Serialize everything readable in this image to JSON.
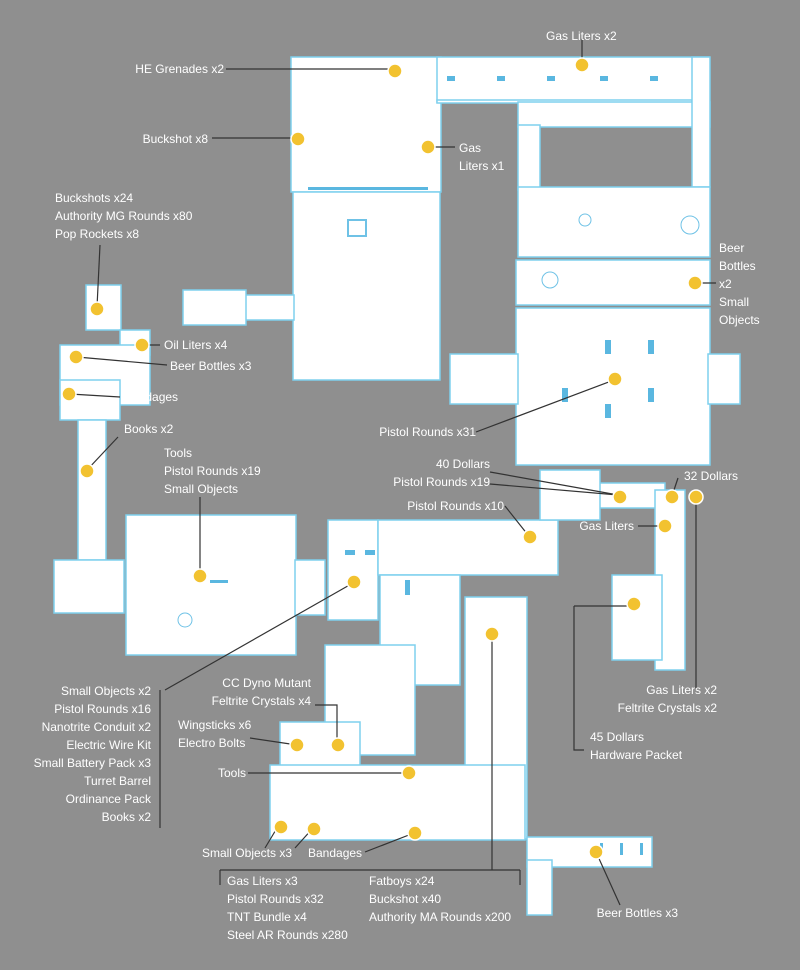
{
  "colors": {
    "background": "#8f8f8f",
    "floor": "#ffffff",
    "wall_outline": "#7fd0ee",
    "marker": "#f2c230",
    "leader_line": "#333333",
    "label_text": "#ffffff"
  },
  "icons": {
    "item_marker": "item-location-marker-icon"
  },
  "labels": [
    {
      "id": "gas-liters-x2-top",
      "lines": [
        "Gas Liters x2"
      ]
    },
    {
      "id": "he-grenades",
      "lines": [
        "HE Grenades x2"
      ]
    },
    {
      "id": "buckshot-x8",
      "lines": [
        "Buckshot x8"
      ]
    },
    {
      "id": "gas-liters-x1",
      "lines": [
        "Gas",
        "Liters x1"
      ]
    },
    {
      "id": "buckshots-group",
      "lines": [
        "Buckshots x24",
        "Authority MG Rounds x80",
        "Pop Rockets x8"
      ]
    },
    {
      "id": "beer-small-objects",
      "lines": [
        "Beer",
        "Bottles",
        "x2",
        "Small",
        "Objects"
      ]
    },
    {
      "id": "oil-liters",
      "lines": [
        "Oil Liters x4"
      ]
    },
    {
      "id": "beer-bottles-x3-left",
      "lines": [
        "Beer Bottles x3"
      ]
    },
    {
      "id": "bandages-left",
      "lines": [
        "Bandages"
      ]
    },
    {
      "id": "books-x2",
      "lines": [
        "Books x2"
      ]
    },
    {
      "id": "tools-group",
      "lines": [
        "Tools",
        "Pistol Rounds x19",
        "Small Objects"
      ]
    },
    {
      "id": "pistol-rounds-x31",
      "lines": [
        "Pistol Rounds x31"
      ]
    },
    {
      "id": "dollars-40",
      "lines": [
        "40 Dollars",
        "Pistol Rounds x19"
      ]
    },
    {
      "id": "dollars-32",
      "lines": [
        "32 Dollars"
      ]
    },
    {
      "id": "pistol-rounds-x10",
      "lines": [
        "Pistol Rounds x10"
      ]
    },
    {
      "id": "gas-liters-right",
      "lines": [
        "Gas Liters"
      ]
    },
    {
      "id": "small-objects-big-group",
      "lines": [
        "Small Objects x2",
        "Pistol Rounds x16",
        "Nanotrite Conduit x2",
        "Electric Wire Kit",
        "Small Battery Pack x3",
        "Turret Barrel",
        "Ordinance Pack",
        "Books x2"
      ]
    },
    {
      "id": "cc-dyno-mutant",
      "lines": [
        "CC Dyno Mutant",
        "Feltrite Crystals x4"
      ]
    },
    {
      "id": "wingsticks",
      "lines": [
        "Wingsticks x6",
        "Electro Bolts"
      ]
    },
    {
      "id": "tools-lower",
      "lines": [
        "Tools"
      ]
    },
    {
      "id": "gas-liters-x2-feltrite",
      "lines": [
        "Gas Liters x2",
        "Feltrite Crystals x2"
      ]
    },
    {
      "id": "dollars-45",
      "lines": [
        "45 Dollars",
        "Hardware Packet"
      ]
    },
    {
      "id": "small-objects-x3",
      "lines": [
        "Small Objects x3"
      ]
    },
    {
      "id": "bandages-lower",
      "lines": [
        "Bandages"
      ]
    },
    {
      "id": "gas-liters-x3-group",
      "lines": [
        "Gas Liters x3",
        "Pistol Rounds x32",
        "TNT Bundle x4",
        "Steel AR Rounds x280"
      ]
    },
    {
      "id": "fatboys-group",
      "lines": [
        "Fatboys x24",
        "Buckshot x40",
        "Authority MA Rounds x200"
      ]
    },
    {
      "id": "beer-bottles-x3-bottom",
      "lines": [
        "Beer Bottles x3"
      ]
    }
  ]
}
